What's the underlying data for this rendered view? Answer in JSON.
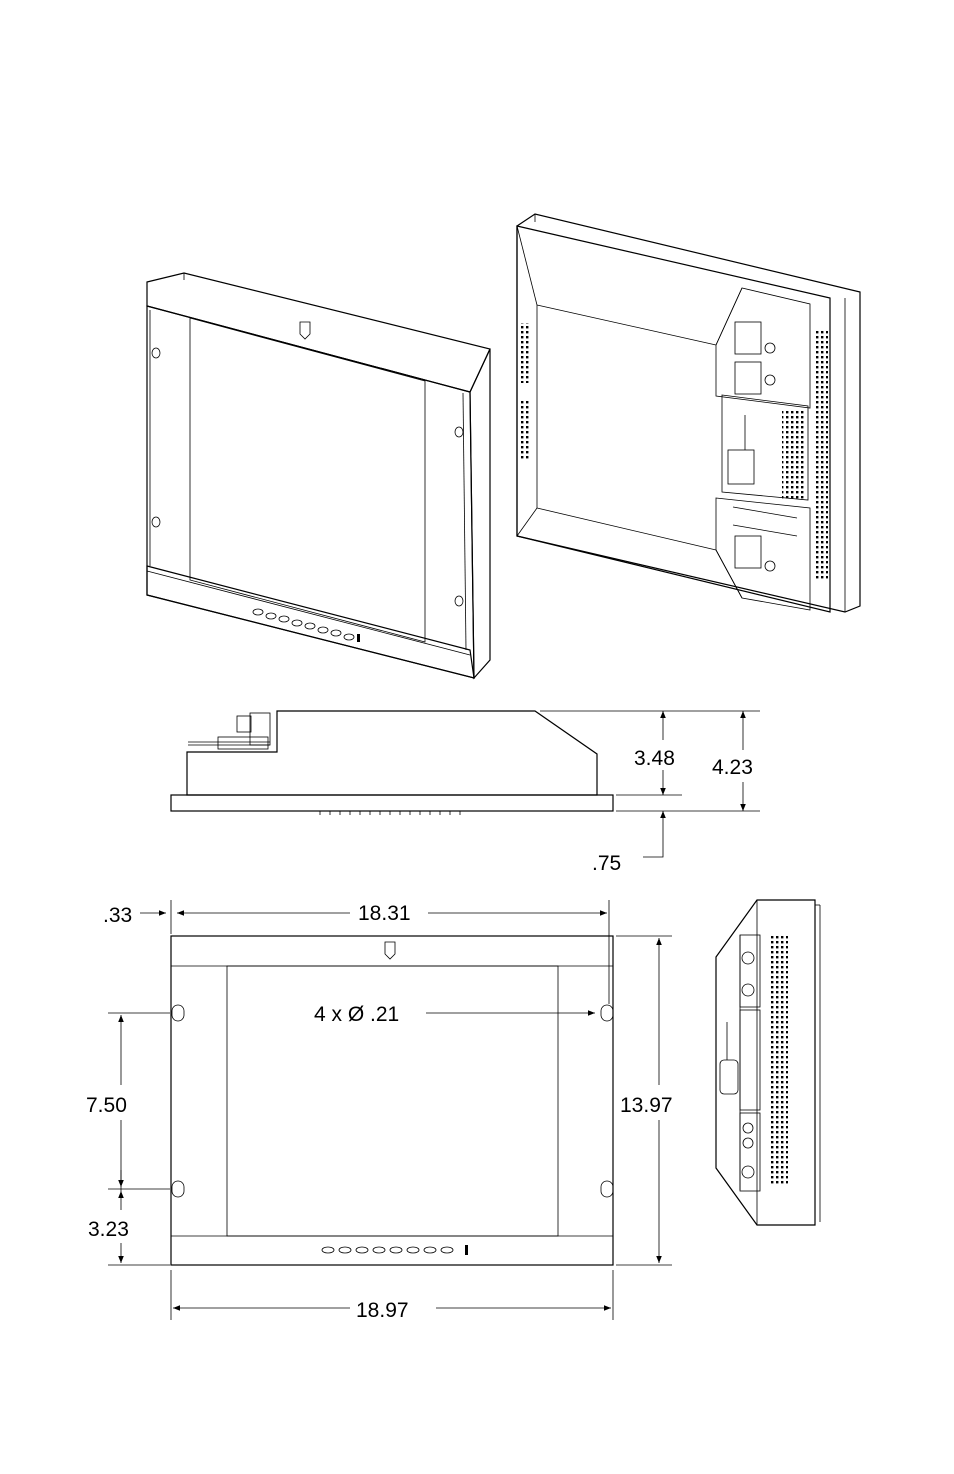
{
  "drawing": {
    "dimensions": {
      "depth_body": "3.48",
      "depth_total": "4.23",
      "bezel_depth": ".75",
      "hole_inset": ".33",
      "hole_spacing_h": "18.31",
      "holes_note": "4 x Ø  .21",
      "hole_spacing_v": "7.50",
      "height_total": "13.97",
      "hole_from_bottom": "3.23",
      "width_total": "18.97"
    }
  }
}
